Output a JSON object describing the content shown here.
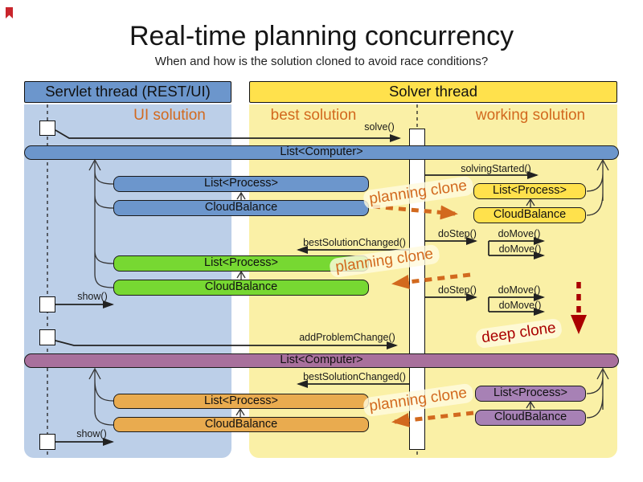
{
  "title": "Real-time planning concurrency",
  "subtitle": "When and how is the solution cloned to avoid race conditions?",
  "lanes": {
    "servlet": {
      "header": "Servlet thread (REST/UI)",
      "sublabel": "UI solution"
    },
    "solver": {
      "header": "Solver thread",
      "sublabel_best": "best solution",
      "sublabel_working": "working solution"
    }
  },
  "bars": {
    "top": "List<Computer>",
    "bottom": "List<Computer>"
  },
  "boxes": {
    "blue_list": "List<Process>",
    "blue_cb": "CloudBalance",
    "yellow_list": "List<Process>",
    "yellow_cb": "CloudBalance",
    "green_list": "List<Process>",
    "green_cb": "CloudBalance",
    "orange_list": "List<Process>",
    "orange_cb": "CloudBalance",
    "purple_list": "List<Process>",
    "purple_cb": "CloudBalance"
  },
  "messages": {
    "solve": "solve()",
    "solving_started": "solvingStarted()",
    "best_solution_changed": "bestSolutionChanged()",
    "do_step": "doStep()",
    "do_move": "doMove()",
    "add_problem_change": "addProblemChange()",
    "show": "show()"
  },
  "annotations": {
    "planning_clone": "planning clone",
    "deep_clone": "deep clone"
  },
  "colors": {
    "header_blue": "#6c96cc",
    "panel_blue": "#bccfe8",
    "header_yellow": "#ffe14c",
    "panel_yellow": "#faf0a6",
    "bar_blue": "#6c96cc",
    "box_yellow": "#ffe14c",
    "box_green": "#77d832",
    "box_orange": "#e9ab4f",
    "bar_purple": "#a8709c",
    "box_purple": "#a781b5",
    "accent_orange": "#d2691e",
    "accent_red": "#aa0000",
    "line_dark": "#333333"
  }
}
